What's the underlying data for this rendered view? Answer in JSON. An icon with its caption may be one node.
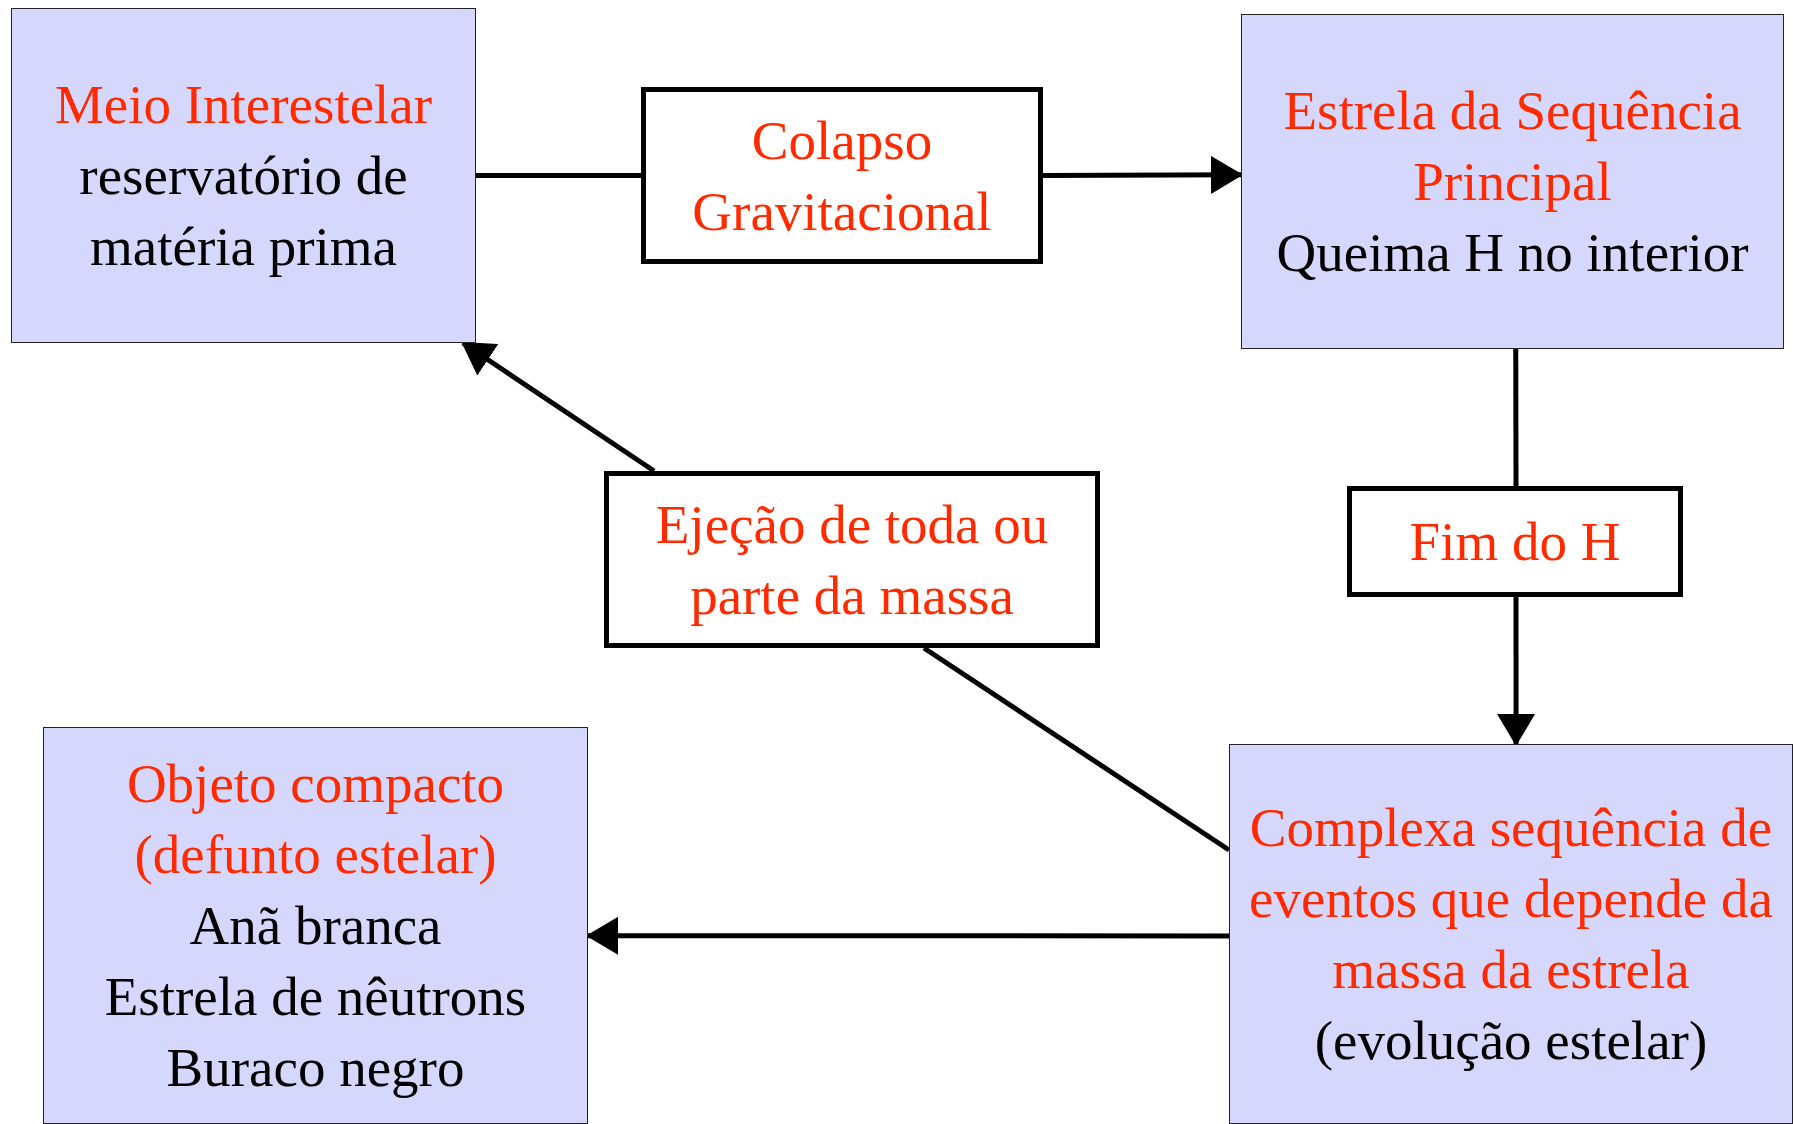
{
  "diagram": {
    "nodes": [
      {
        "text": [
          "Meio Interestelar",
          "reservatório de matéria prima"
        ]
      },
      {
        "text": [
          "Colapso Gravitacional"
        ]
      },
      {
        "text": [
          "Estrela da Sequência Principal",
          "Queima H no interior"
        ]
      },
      {
        "text": [
          "Fim do H"
        ]
      },
      {
        "text": [
          "Ejeção de toda ou parte da massa"
        ]
      },
      {
        "text": [
          "Complexa sequência de eventos que depende da massa da estrela",
          "(evolução estelar)"
        ]
      },
      {
        "text": [
          "Objeto compacto (defunto estelar)",
          "Anã branca",
          "Estrela de nêutrons",
          "Buraco negro"
        ]
      }
    ],
    "edges": [
      {
        "from": 0,
        "to": 1,
        "arrow": "none"
      },
      {
        "from": 1,
        "to": 2,
        "arrow": "to"
      },
      {
        "from": 2,
        "to": 3,
        "arrow": "none"
      },
      {
        "from": 3,
        "to": 5,
        "arrow": "to"
      },
      {
        "from": 5,
        "to": 4,
        "arrow": "none"
      },
      {
        "from": 4,
        "to": 0,
        "arrow": "to"
      },
      {
        "from": 5,
        "to": 6,
        "arrow": "to"
      }
    ]
  }
}
